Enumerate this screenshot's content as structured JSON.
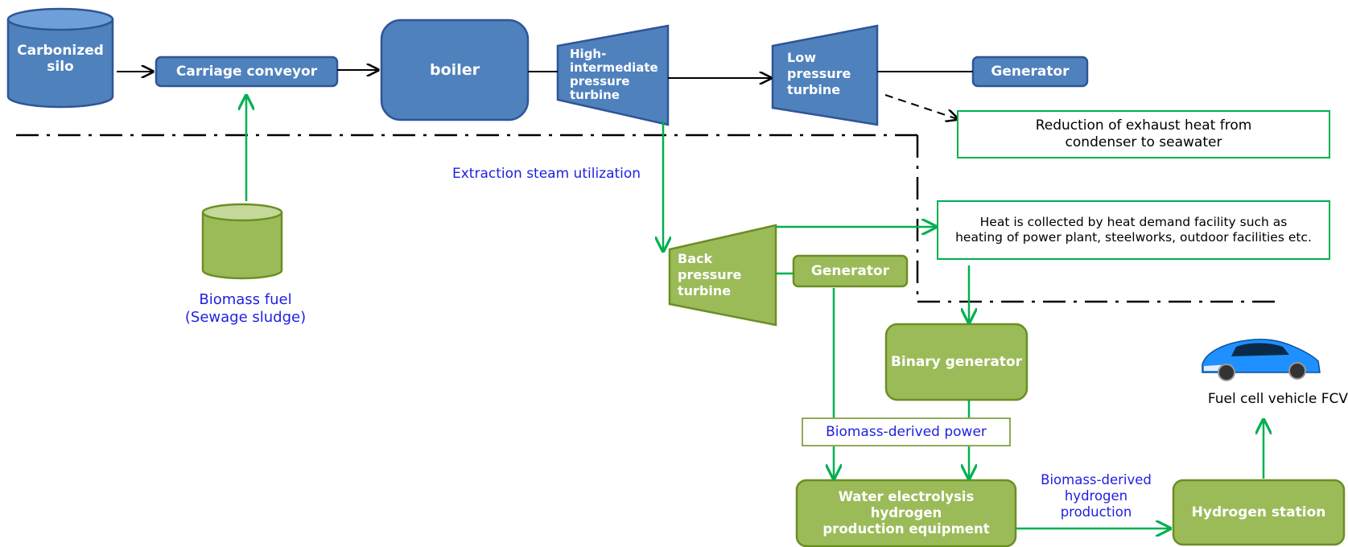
{
  "nodes": {
    "carbonized_silo": "Carbonized silo",
    "carriage_conveyor": "Carriage conveyor",
    "boiler": "boiler",
    "hi_turbine": "High-\nintermediate\npressure\nturbine",
    "lp_turbine": "Low\npressure\nturbine",
    "generator_top": "Generator",
    "exhaust_note": "Reduction of exhaust heat from condenser to seawater",
    "extraction_label": "Extraction steam utilization",
    "heat_note": "Heat is collected by heat demand facility such as heating of power plant, steelworks, outdoor facilities etc.",
    "back_turbine": "Back\npressure\nturbine",
    "generator_mid": "Generator",
    "biomass_fuel": "Biomass fuel\n(Sewage sludge)",
    "binary_generator": "Binary generator",
    "biomass_power": "Biomass-derived power",
    "fcv": "Fuel cell vehicle FCV",
    "water_electrolysis": "Water electrolysis\nhydrogen\nproduction equipment",
    "biomass_hydrogen": "Biomass-derived\nhydrogen\nproduction",
    "hydrogen_station": "Hydrogen station"
  },
  "colors": {
    "blue_fill": "#4f81bd",
    "blue_stroke": "#2f5597",
    "green_fill": "#9bbb59",
    "green_stroke": "#6b8e23",
    "arrow_green": "#00b050",
    "label_blue": "#1f1fe0"
  },
  "icons": {
    "fcv": "car-icon"
  }
}
